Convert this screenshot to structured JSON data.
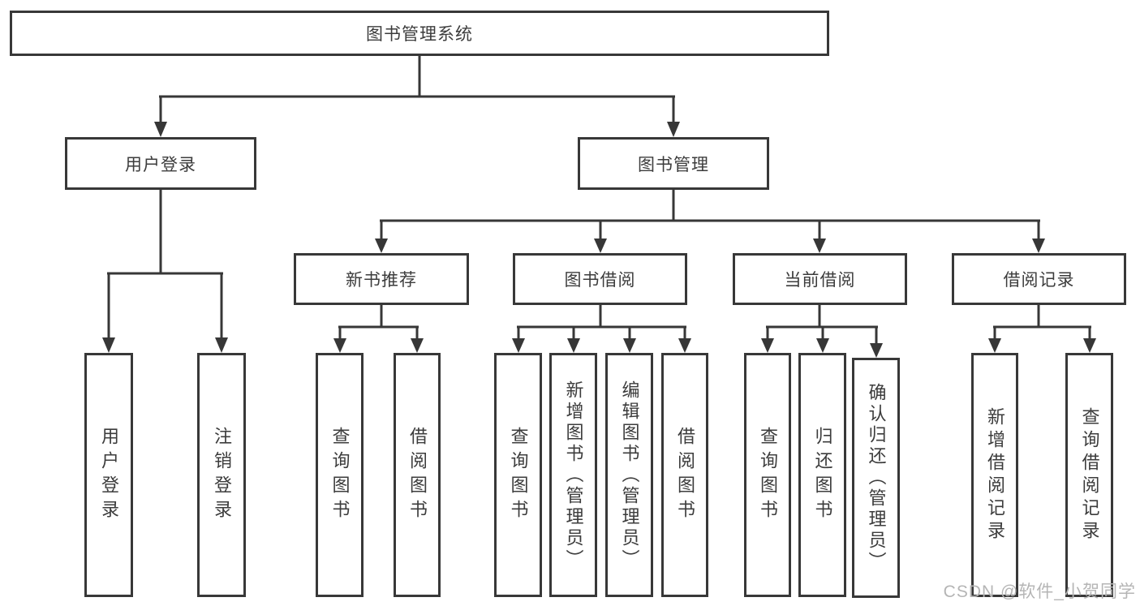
{
  "diagram_title": "图书管理系统",
  "tree": {
    "root": {
      "label": "图书管理系统"
    },
    "branches": [
      {
        "label": "用户登录",
        "children": [
          {
            "label": "用户登录"
          },
          {
            "label": "注销登录"
          }
        ]
      },
      {
        "label": "图书管理",
        "children": [
          {
            "label": "新书推荐",
            "children": [
              {
                "label": "查询图书"
              },
              {
                "label": "借阅图书"
              }
            ]
          },
          {
            "label": "图书借阅",
            "children": [
              {
                "label": "查询图书"
              },
              {
                "label": "新增图书（管理员）"
              },
              {
                "label": "编辑图书（管理员）"
              },
              {
                "label": "借阅图书"
              }
            ]
          },
          {
            "label": "当前借阅",
            "children": [
              {
                "label": "查询图书"
              },
              {
                "label": "归还图书"
              },
              {
                "label": "确认归还（管理员）"
              }
            ]
          },
          {
            "label": "借阅记录",
            "children": [
              {
                "label": "新增借阅记录"
              },
              {
                "label": "查询借阅记录"
              }
            ]
          }
        ]
      }
    ]
  },
  "watermark": {
    "text": "CSDN @软件_小贺同学"
  },
  "colors": {
    "line": "#373737",
    "border": "#383838",
    "text": "#3c3c3c",
    "watermark": "#b5b5b5",
    "background": "#ffffff"
  }
}
